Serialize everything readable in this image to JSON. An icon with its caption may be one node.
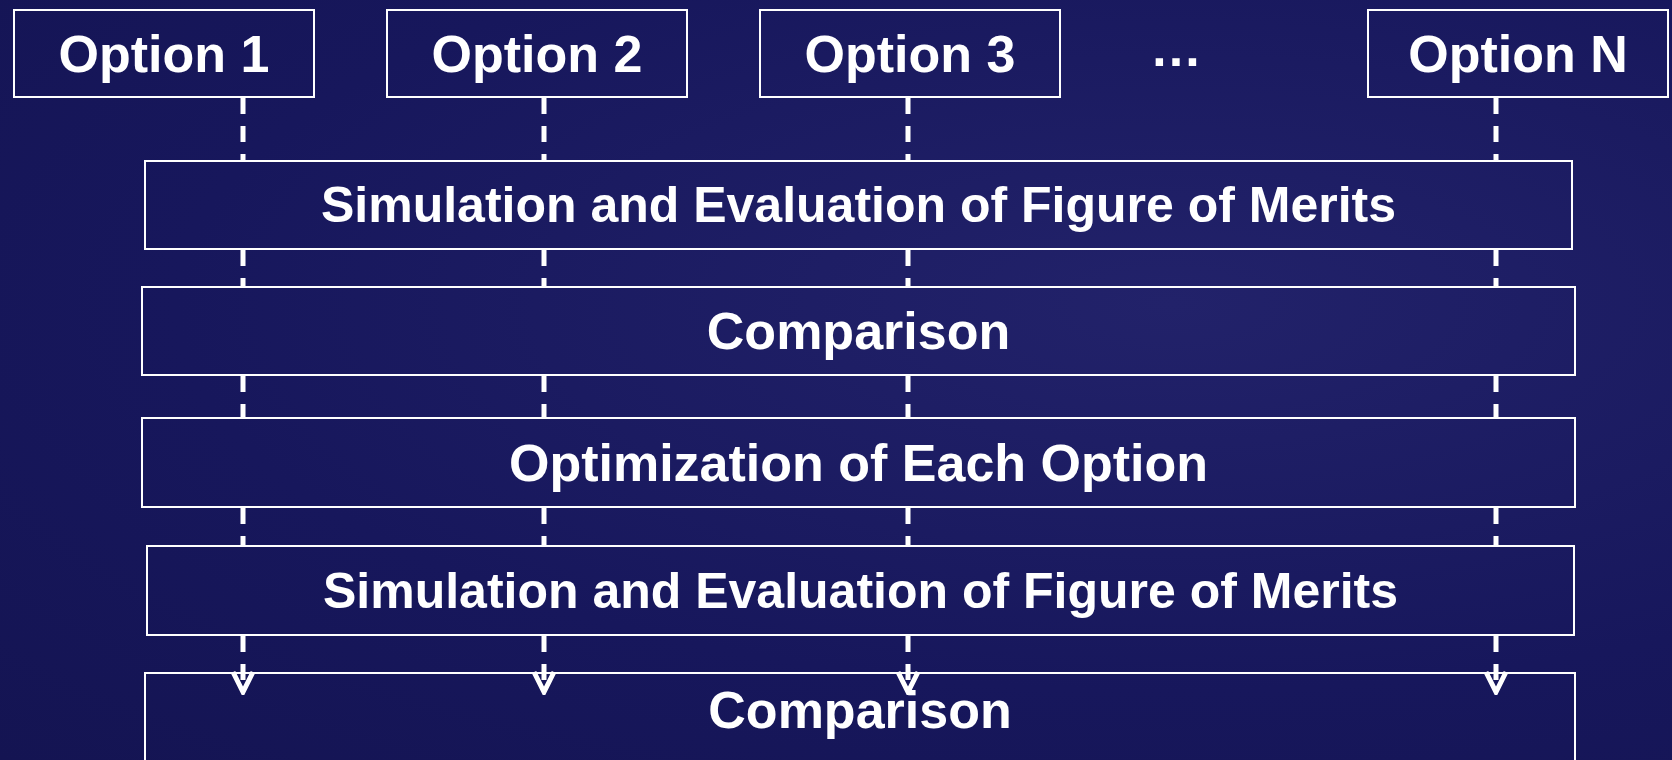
{
  "diagram": {
    "nodes": [
      {
        "text": [
          "Option 1"
        ]
      },
      {
        "text": [
          "Option 2"
        ]
      },
      {
        "text": [
          "Option 3"
        ]
      },
      {
        "text": [
          "Option N"
        ]
      },
      {
        "text": [
          "Simulation and Evaluation of Figure of Merits"
        ]
      },
      {
        "text": [
          "Comparison"
        ]
      },
      {
        "text": [
          "Optimization of Each Option"
        ]
      },
      {
        "text": [
          "Simulation and Evaluation of Figure of Merits"
        ]
      },
      {
        "text": [
          "Comparison"
        ]
      }
    ],
    "edges": [
      {
        "from": 0,
        "to": 4,
        "arrow": "none",
        "style": "dashed"
      },
      {
        "from": 1,
        "to": 4,
        "arrow": "none",
        "style": "dashed"
      },
      {
        "from": 2,
        "to": 4,
        "arrow": "none",
        "style": "dashed"
      },
      {
        "from": 3,
        "to": 4,
        "arrow": "none",
        "style": "dashed"
      },
      {
        "from": 4,
        "to": 5,
        "arrow": "none",
        "style": "dashed"
      },
      {
        "from": 4,
        "to": 5,
        "arrow": "none",
        "style": "dashed"
      },
      {
        "from": 4,
        "to": 5,
        "arrow": "none",
        "style": "dashed"
      },
      {
        "from": 4,
        "to": 5,
        "arrow": "none",
        "style": "dashed"
      },
      {
        "from": 5,
        "to": 6,
        "arrow": "none",
        "style": "dashed"
      },
      {
        "from": 5,
        "to": 6,
        "arrow": "none",
        "style": "dashed"
      },
      {
        "from": 5,
        "to": 6,
        "arrow": "none",
        "style": "dashed"
      },
      {
        "from": 5,
        "to": 6,
        "arrow": "none",
        "style": "dashed"
      },
      {
        "from": 6,
        "to": 7,
        "arrow": "none",
        "style": "dashed"
      },
      {
        "from": 6,
        "to": 7,
        "arrow": "none",
        "style": "dashed"
      },
      {
        "from": 6,
        "to": 7,
        "arrow": "none",
        "style": "dashed"
      },
      {
        "from": 6,
        "to": 7,
        "arrow": "none",
        "style": "dashed"
      },
      {
        "from": 7,
        "to": 8,
        "arrow": "to",
        "style": "dashed"
      },
      {
        "from": 7,
        "to": 8,
        "arrow": "to",
        "style": "dashed"
      },
      {
        "from": 7,
        "to": 8,
        "arrow": "to",
        "style": "dashed"
      },
      {
        "from": 7,
        "to": 8,
        "arrow": "to",
        "style": "dashed"
      }
    ],
    "labels": [
      "…"
    ]
  }
}
